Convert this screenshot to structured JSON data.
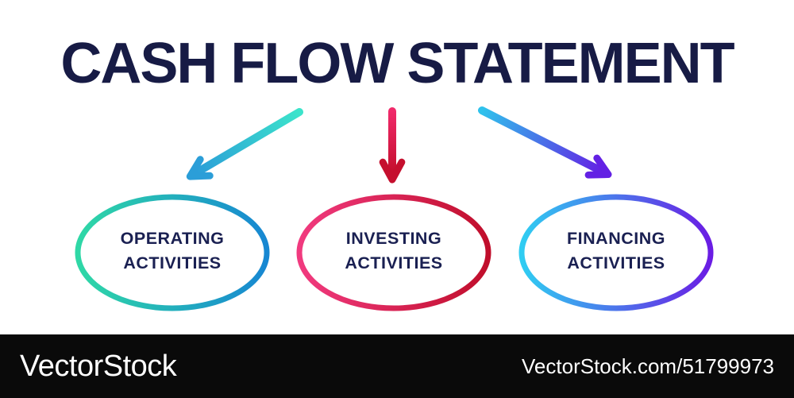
{
  "title": {
    "text": "CASH FLOW STATEMENT",
    "color": "#171b45"
  },
  "diagram": {
    "text_color": "#1a2052",
    "nodes": [
      {
        "id": "operating",
        "lines": [
          "OPERATING",
          "ACTIVITIES"
        ],
        "gradient": {
          "start": "#2fd8a6",
          "end": "#1787d2"
        }
      },
      {
        "id": "investing",
        "lines": [
          "INVESTING",
          "ACTIVITIES"
        ],
        "gradient": {
          "start": "#f13a7f",
          "end": "#c00e2b"
        }
      },
      {
        "id": "financing",
        "lines": [
          "FINANCING",
          "ACTIVITIES"
        ],
        "gradient": {
          "start": "#2fcdf2",
          "end": "#6a1ce4"
        }
      }
    ],
    "arrows": [
      {
        "to": "operating",
        "gradient": {
          "start": "#3ce4cb",
          "end": "#2b9ed8"
        }
      },
      {
        "to": "investing",
        "gradient": {
          "start": "#f02a6a",
          "end": "#c50f2e"
        }
      },
      {
        "to": "financing",
        "gradient": {
          "start": "#2fc2ec",
          "end": "#6321e4"
        }
      }
    ]
  },
  "footer": {
    "logo_text": "VectorStock",
    "watermark_text": "VectorStock.com/51799973",
    "background": "#0a0a0a",
    "text_color": "#ffffff"
  }
}
